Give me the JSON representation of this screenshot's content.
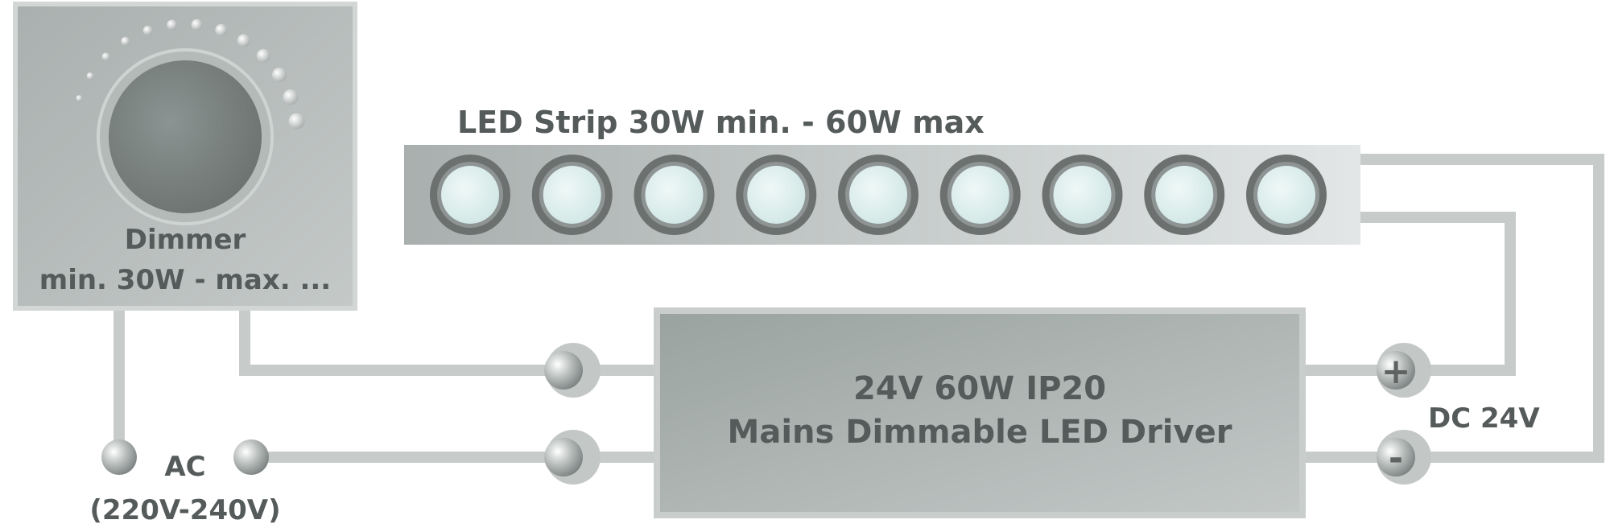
{
  "dimmer": {
    "title": "Dimmer",
    "rating": "min. 30W - max. ..."
  },
  "led_strip": {
    "label": "LED Strip 30W min. - 60W max",
    "led_count": 9
  },
  "driver": {
    "line1": "24V 60W IP20",
    "line2": "Mains Dimmable LED Driver"
  },
  "ac_supply": {
    "label": "AC",
    "range": "(220V-240V)"
  },
  "dc_output": {
    "label": "DC 24V",
    "plus": "+",
    "minus": "-"
  },
  "colors": {
    "box": "#b6bcbb",
    "box_edge": "#d0d5d4",
    "wire": "#c7cccb",
    "text": "#555a5a",
    "driver_body": "#a4aca9",
    "led_ring": "#6c7170",
    "led_face": "#dceeed"
  }
}
